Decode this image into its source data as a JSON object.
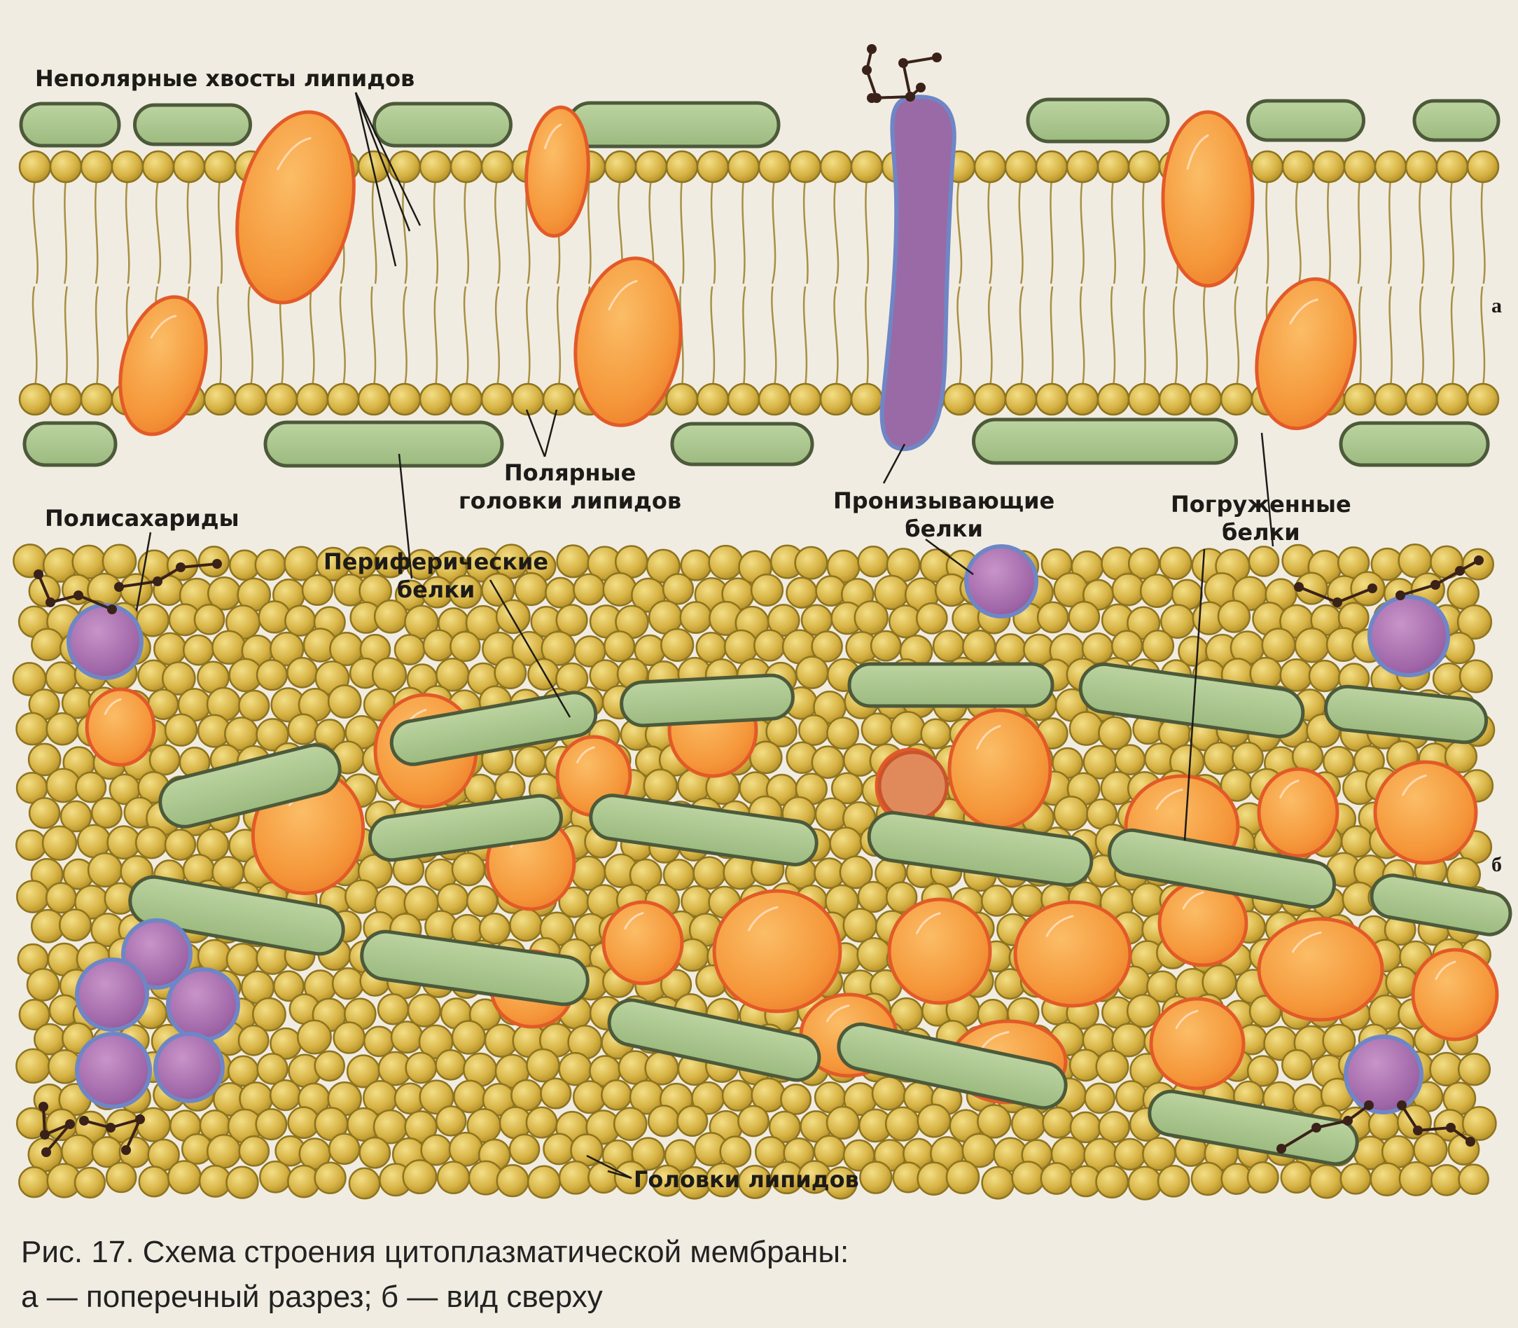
{
  "labels": {
    "nonpolar_tails": "Неполярные хвосты липидов",
    "polar_heads_1": "Полярные",
    "polar_heads_2": "головки липидов",
    "polysaccharides": "Полисахариды",
    "peripheral_1": "Периферические",
    "peripheral_2": "белки",
    "penetrating_1": "Пронизывающие",
    "penetrating_2": "белки",
    "immersed_1": "Погруженные",
    "immersed_2": "белки",
    "lipid_heads": "Головки липидов"
  },
  "panel_letters": {
    "a": "а",
    "b": "б"
  },
  "caption": {
    "line1": "Рис. 17. Схема строения цитоплазматической мембраны:",
    "line2": "а — поперечный разрез; б — вид сверху"
  },
  "colors": {
    "background": "#f1ece2",
    "lipid_head": "#d4b040",
    "lipid_head_edge": "#8e7420",
    "lipid_tail": "#a89042",
    "peripheral_protein": "#a9c48c",
    "peripheral_protein_edge": "#4c5a3a",
    "embedded_protein": "#f59a3c",
    "embedded_protein_edge": "#e25a28",
    "penetrating_protein": "#9a6aa6",
    "penetrating_protein_edge": "#6f86c6",
    "polysaccharide": "#3a2218"
  }
}
